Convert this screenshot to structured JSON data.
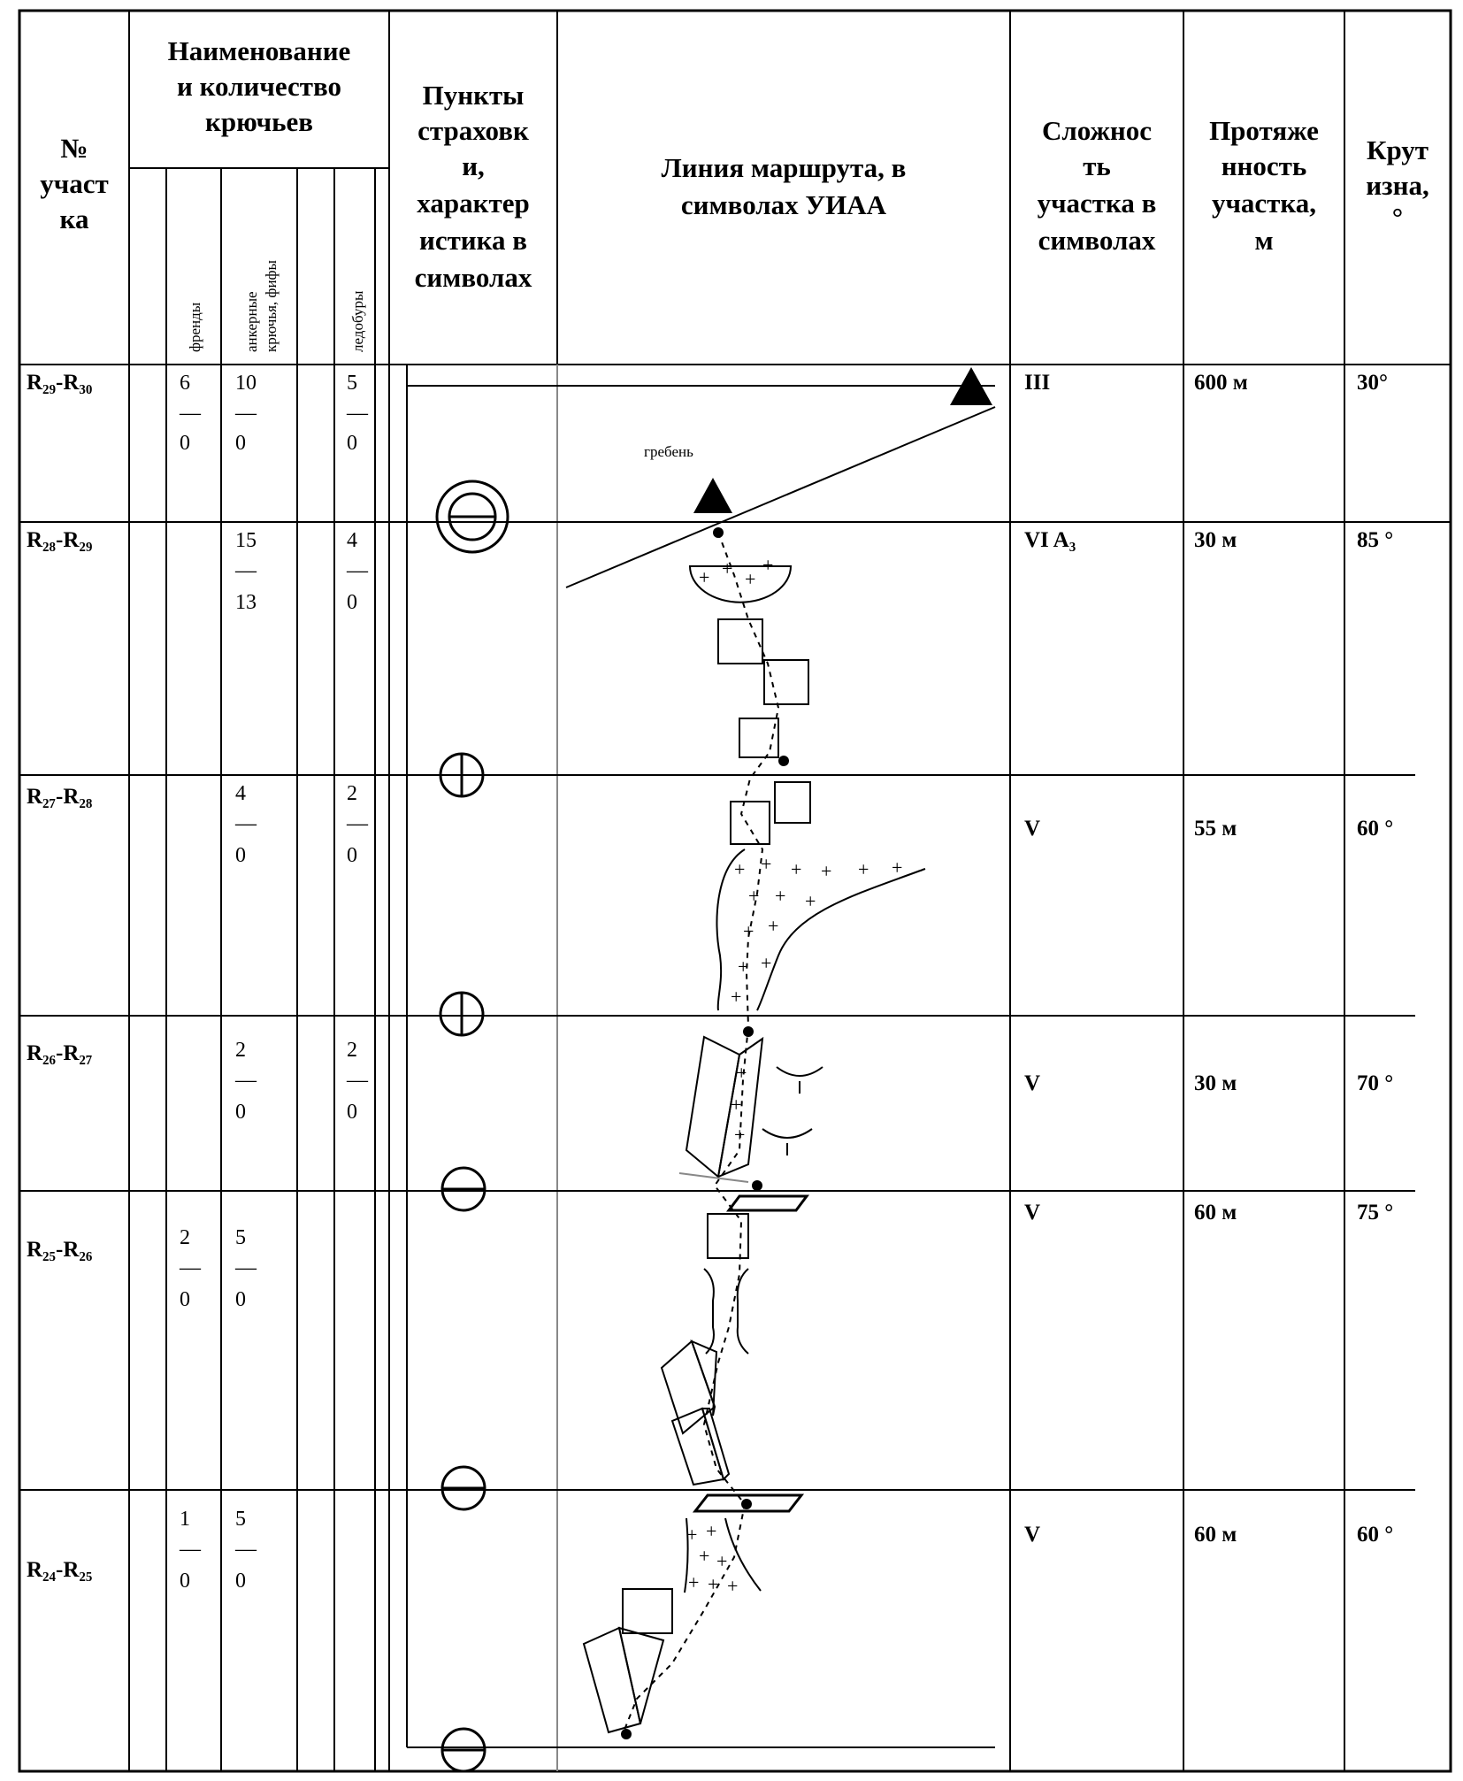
{
  "header": {
    "col_no": [
      "№",
      "участ",
      "ка"
    ],
    "col_hooks_group": [
      "Наименование",
      "и количество",
      "крючьев"
    ],
    "sub_friends": "френды",
    "sub_anchor": [
      "анкерные",
      "крючья, фифы"
    ],
    "sub_ice": "ледобуры",
    "col_points": [
      "Пункты",
      "страховк",
      "и,",
      "характер",
      "истика в",
      "символах"
    ],
    "col_route": [
      "Линия маршрута, в",
      "символах УИАА"
    ],
    "col_difficulty": [
      "Сложнос",
      "ть",
      "участка в",
      "символах"
    ],
    "col_length": [
      "Протяже",
      "нность",
      "участка,",
      "м"
    ],
    "col_steep": [
      "Крут",
      "изна,",
      "°"
    ]
  },
  "rows": [
    {
      "section": "R₂₉-R₃₀",
      "friends": [
        "6",
        "0"
      ],
      "anchors": [
        "10",
        "0"
      ],
      "ice": [
        "5",
        "0"
      ],
      "difficulty": "III",
      "length": "600 м",
      "steepness": "30°"
    },
    {
      "section": "R₂₈-R₂₉",
      "friends": null,
      "anchors": [
        "15",
        "13"
      ],
      "ice": [
        "4",
        "0"
      ],
      "difficulty": "VI A₃",
      "length": "30 м",
      "steepness": "85 °"
    },
    {
      "section": "R₂₇-R₂₈",
      "friends": null,
      "anchors": [
        "4",
        "0"
      ],
      "ice": [
        "2",
        "0"
      ],
      "difficulty": "V",
      "length": "55 м",
      "steepness": "60 °"
    },
    {
      "section": "R₂₆-R₂₇",
      "friends": null,
      "anchors": [
        "2",
        "0"
      ],
      "ice": [
        "2",
        "0"
      ],
      "difficulty": "V",
      "length": "30 м",
      "steepness": "70 °"
    },
    {
      "section": "R₂₅-R₂₆",
      "friends": [
        "2",
        "0"
      ],
      "anchors": [
        "5",
        "0"
      ],
      "ice": null,
      "difficulty": "V",
      "length": "60 м",
      "steepness": "75 °"
    },
    {
      "section": "R₂₄-R₂₅",
      "friends": [
        "1",
        "0"
      ],
      "anchors": [
        "5",
        "0"
      ],
      "ice": null,
      "difficulty": "V",
      "length": "60 м",
      "steepness": "60 °"
    }
  ],
  "route_label": "гребень",
  "frac_bar": "—"
}
